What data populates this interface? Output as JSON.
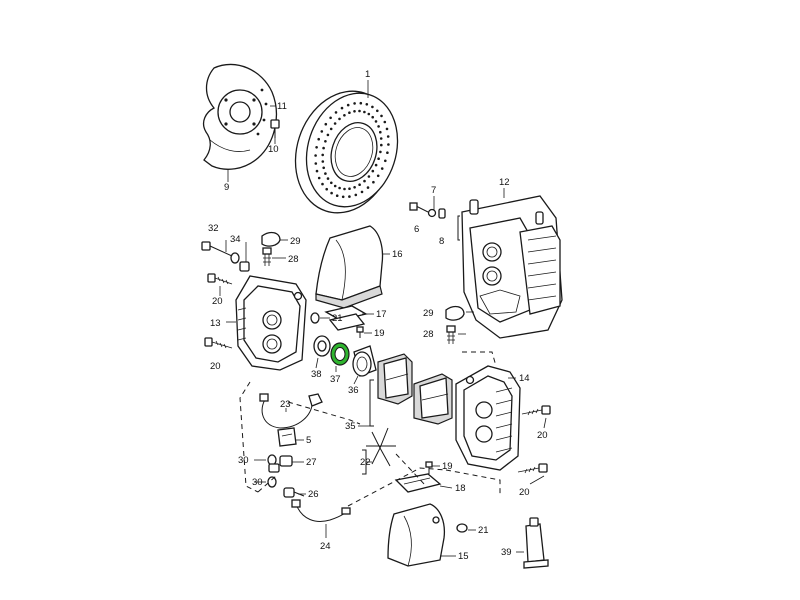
{
  "diagram": {
    "highlight_color": "#2fb52f",
    "line_color": "#1a1a1a",
    "highlighted_part": "37",
    "callouts": [
      "1",
      "7",
      "6",
      "8",
      "9",
      "10",
      "11",
      "12",
      "16",
      "17",
      "19",
      "32",
      "34",
      "29",
      "28",
      "20",
      "13",
      "21",
      "38",
      "37",
      "36",
      "35",
      "29",
      "28",
      "14",
      "20",
      "23",
      "5",
      "22",
      "30",
      "27",
      "19",
      "30",
      "26",
      "18",
      "21",
      "24",
      "15",
      "20",
      "20",
      "39"
    ]
  }
}
